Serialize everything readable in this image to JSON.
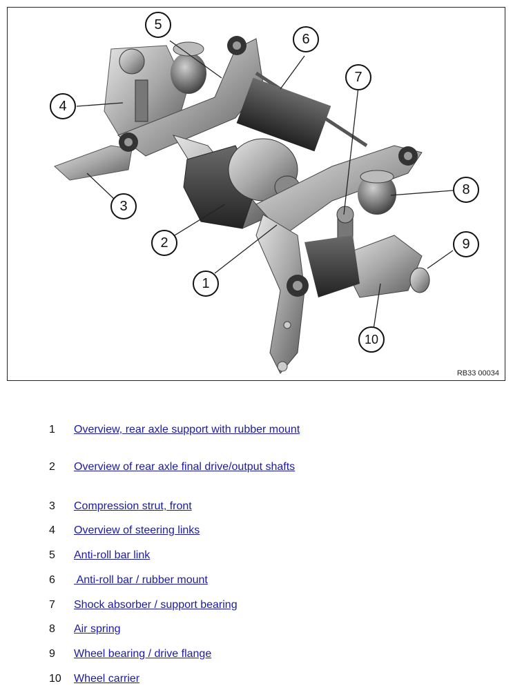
{
  "figure": {
    "code": "RB33 00034",
    "callout_numbers": [
      "1",
      "2",
      "3",
      "4",
      "5",
      "6",
      "7",
      "8",
      "9",
      "10"
    ]
  },
  "legend": [
    {
      "number": "1",
      "text": "Overview, rear axle support with rubber mount"
    },
    {
      "number": "2",
      "text": "Overview of rear axle final drive/output shafts"
    },
    {
      "number": "3",
      "text": "Compression strut, front"
    },
    {
      "number": "4",
      "text": "Overview of steering links"
    },
    {
      "number": "5",
      "text": "Anti-roll bar link"
    },
    {
      "number": "6",
      "text": " Anti-roll bar / rubber mount"
    },
    {
      "number": "7",
      "text": "Shock absorber / support bearing"
    },
    {
      "number": "8",
      "text": "Air spring"
    },
    {
      "number": "9",
      "text": "Wheel bearing / drive flange"
    },
    {
      "number": "10",
      "text": "Wheel carrier"
    }
  ]
}
